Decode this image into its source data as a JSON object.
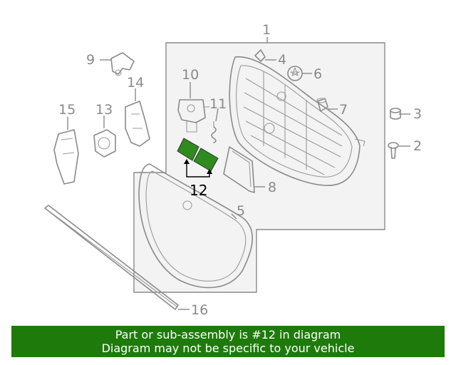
{
  "callouts": {
    "c1": "1",
    "c2": "2",
    "c3": "3",
    "c4": "4",
    "c5": "5",
    "c6": "6",
    "c7": "7",
    "c8": "8",
    "c9": "9",
    "c10": "10",
    "c11": "11",
    "c12": "12",
    "c13": "13",
    "c14": "14",
    "c15": "15",
    "c16": "16"
  },
  "highlight_part": "12",
  "colors": {
    "highlight": "#2e8b1e",
    "banner": "#1f7a0c",
    "outline": "#8a8a8a",
    "panel": "#f3f3f3"
  },
  "banner": {
    "line1": "Part or sub-assembly is #12 in diagram",
    "line2": "Diagram may not be specific to your vehicle"
  }
}
